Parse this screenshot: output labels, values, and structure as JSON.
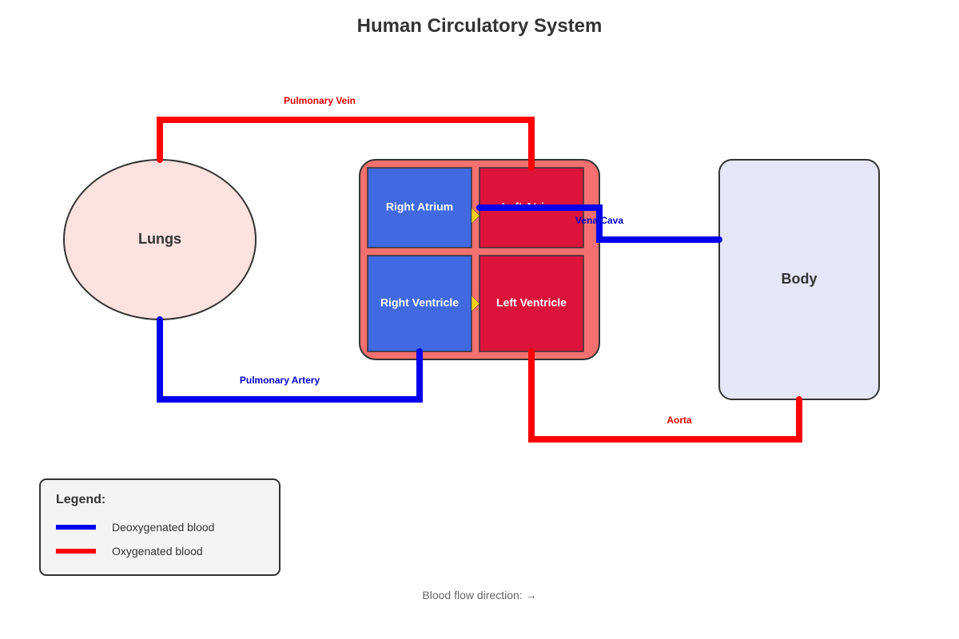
{
  "title": "Human Circulatory System",
  "colors": {
    "deoxygenated": "#0000ee",
    "oxygenated": "#ff0000",
    "right_chambers": "#4169e1",
    "left_chambers": "#dc143c",
    "heart_bg": "#f47070",
    "lungs_fill": "#fde2e0",
    "body_fill": "#e5e7f8",
    "valve": "#f2d21b",
    "label_deoxygenated": "#0000cc",
    "label_oxygenated": "#dd0000"
  },
  "organs": {
    "lungs": "Lungs",
    "body": "Body"
  },
  "chambers": {
    "right_atrium": "Right Atrium",
    "left_atrium": "Left Atrium",
    "right_ventricle": "Right Ventricle",
    "left_ventricle": "Left Ventricle"
  },
  "vessels": {
    "pulmonary_vein": "Pulmonary Vein",
    "pulmonary_artery": "Pulmonary Artery",
    "vena_cava": "Vena Cava",
    "aorta": "Aorta"
  },
  "legend": {
    "title": "Legend:",
    "items": [
      {
        "label": "Deoxygenated blood",
        "color": "#0000ee"
      },
      {
        "label": "Oxygenated blood",
        "color": "#ff0000"
      }
    ]
  },
  "footnote": "Blood flow direction: →"
}
